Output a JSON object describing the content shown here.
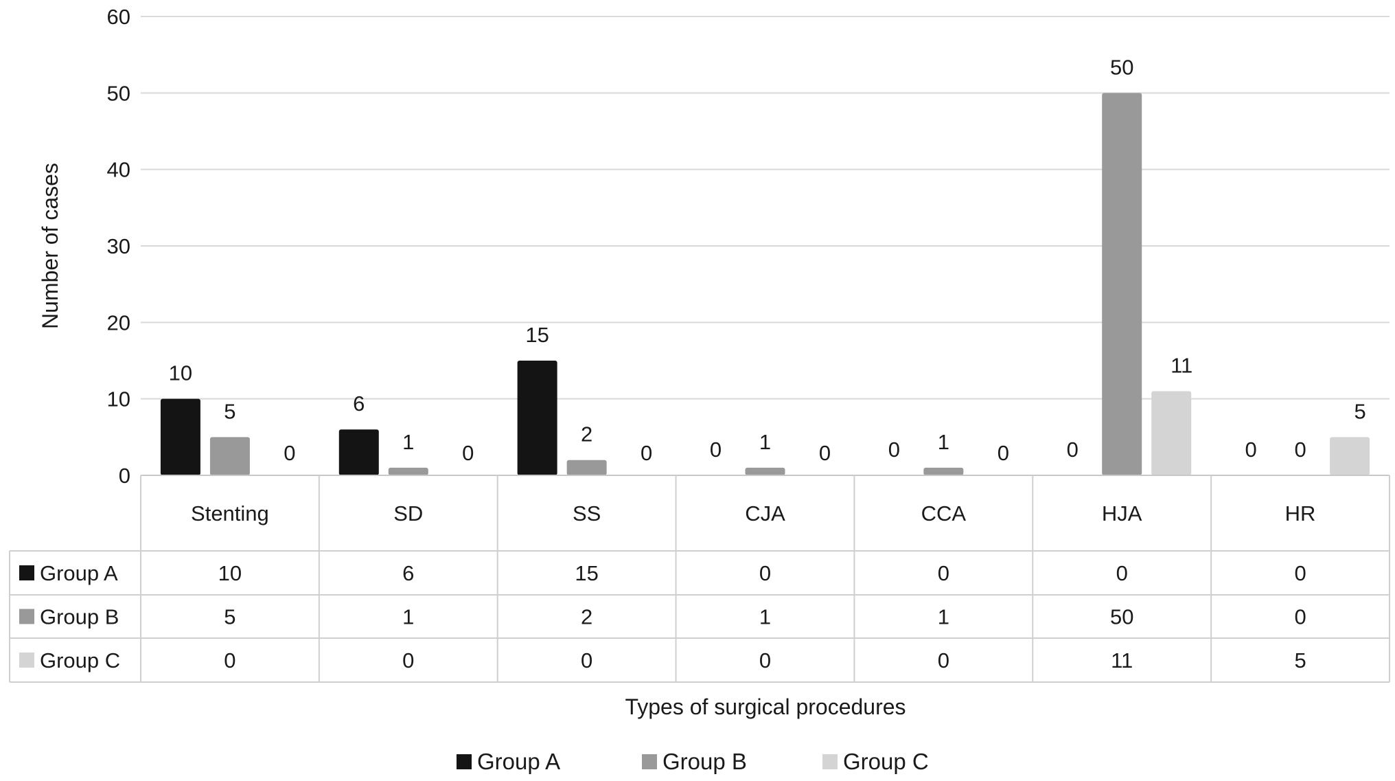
{
  "chart_data": {
    "type": "bar",
    "title": "",
    "xlabel": "Types of surgical procedures",
    "ylabel": "Number of cases",
    "ylim": [
      0,
      60
    ],
    "yticks": [
      0,
      10,
      20,
      30,
      40,
      50,
      60
    ],
    "categories": [
      "Stenting",
      "SD",
      "SS",
      "CJA",
      "CCA",
      "HJA",
      "HR"
    ],
    "series": [
      {
        "name": "Group A",
        "color": "#141414",
        "values": [
          10,
          6,
          15,
          0,
          0,
          0,
          0
        ]
      },
      {
        "name": "Group B",
        "color": "#999999",
        "values": [
          5,
          1,
          2,
          1,
          1,
          50,
          0
        ]
      },
      {
        "name": "Group C",
        "color": "#d4d4d4",
        "values": [
          0,
          0,
          0,
          0,
          0,
          11,
          5
        ]
      }
    ],
    "grid": true,
    "data_labels": true,
    "data_table": true,
    "legend_position": "bottom"
  }
}
